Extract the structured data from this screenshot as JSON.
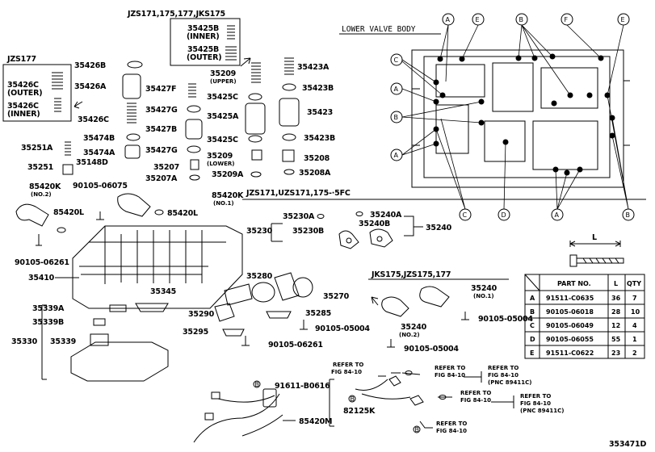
{
  "diagram_id": "353471D",
  "panel_title": "LOWER VALVE BODY",
  "notes": {
    "jzs177": "JZS177",
    "jzs171_group": "JZS171,175,177,JKS175",
    "jzs171_uzs": "JZS171,UZS171,175-∙5FC",
    "jks175": "JKS175,JZS175,177",
    "inner": "(INNER)",
    "outer": "(OUTER)",
    "upper": "(UPPER)",
    "lower": "(LOWER)",
    "no1": "(NO.1)",
    "no2": "(NO.2)"
  },
  "parts": {
    "p35425B_a": "35425B",
    "p35425B_b": "35425B",
    "p35426B": "35426B",
    "p35426A": "35426A",
    "p35426C_a": "35426C",
    "p35426C_b": "35426C",
    "p35426C_c": "35426C",
    "p35427F": "35427F",
    "p35427G_a": "35427G",
    "p35427G_b": "35427G",
    "p35427B": "35427B",
    "p35209_upper": "35209",
    "p35209_lower": "35209",
    "p35425C_a": "35425C",
    "p35425C_b": "35425C",
    "p35425A": "35425A",
    "p35423A": "35423A",
    "p35423B_a": "35423B",
    "p35423B_b": "35423B",
    "p35423": "35423",
    "p35208": "35208",
    "p35208A": "35208A",
    "p35474B": "35474B",
    "p35474A": "35474A",
    "p35251A": "35251A",
    "p35251": "35251",
    "p35148D": "35148D",
    "p35207": "35207",
    "p35207A": "35207A",
    "p35209A": "35209A",
    "p85420K_no2": "85420K",
    "p85420K_no1": "85420K",
    "p85420L_a": "85420L",
    "p85420L_b": "85420L",
    "p90105_06075": "90105-06075",
    "p90105_06261_a": "90105-06261",
    "p90105_06261_b": "90105-06261",
    "p35410": "35410",
    "p35345": "35345",
    "p35339A": "35339A",
    "p35339B": "35339B",
    "p35339": "35339",
    "p35330": "35330",
    "p35230A": "35230A",
    "p35230B": "35230B",
    "p35230": "35230",
    "p35240A": "35240A",
    "p35240B": "35240B",
    "p35240": "35240",
    "p35280": "35280",
    "p35270": "35270",
    "p35290": "35290",
    "p35285": "35285",
    "p35295": "35295",
    "p90105_05004_a": "90105-05004",
    "p90105_05004_b": "90105-05004",
    "p90105_05004_c": "90105-05004",
    "p35240_no1": "35240",
    "p35240_no2": "35240",
    "p91611_B0616": "91611-B0616",
    "p85420M": "85420M",
    "p82125K": "82125K"
  },
  "refers": {
    "r1_a": "REFER TO",
    "r1_b": "FIG 84-10",
    "r2_a": "REFER TO",
    "r2_b": "FIG 84-10",
    "r3_a": "REFER TO",
    "r3_b": "FIG 84-10",
    "r3_c": "(PNC 89411C)",
    "r4_a": "REFER TO",
    "r4_b": "FIG 84-10",
    "r5_a": "REFER TO",
    "r5_b": "FIG 84-10",
    "r5_c": "(PNC 89411C)",
    "r6_a": "REFER TO",
    "r6_b": "FIG 84-10"
  },
  "bolt_dim_label": "L",
  "bolt_table": {
    "headers": [
      "PART NO.",
      "L",
      "QTY"
    ],
    "rows": [
      {
        "key": "A",
        "part": "91511-C0635",
        "l": "36",
        "qty": "7"
      },
      {
        "key": "B",
        "part": "90105-06018",
        "l": "28",
        "qty": "10"
      },
      {
        "key": "C",
        "part": "90105-06049",
        "l": "12",
        "qty": "4"
      },
      {
        "key": "D",
        "part": "90105-06055",
        "l": "55",
        "qty": "1"
      },
      {
        "key": "E",
        "part": "91511-C0622",
        "l": "23",
        "qty": "2"
      }
    ]
  },
  "bolt_callouts": [
    "A",
    "E",
    "B",
    "F",
    "E",
    "C",
    "A",
    "B",
    "A",
    "C",
    "D",
    "A",
    "B",
    "B"
  ],
  "connector_marks": [
    "B",
    "B",
    "B"
  ]
}
